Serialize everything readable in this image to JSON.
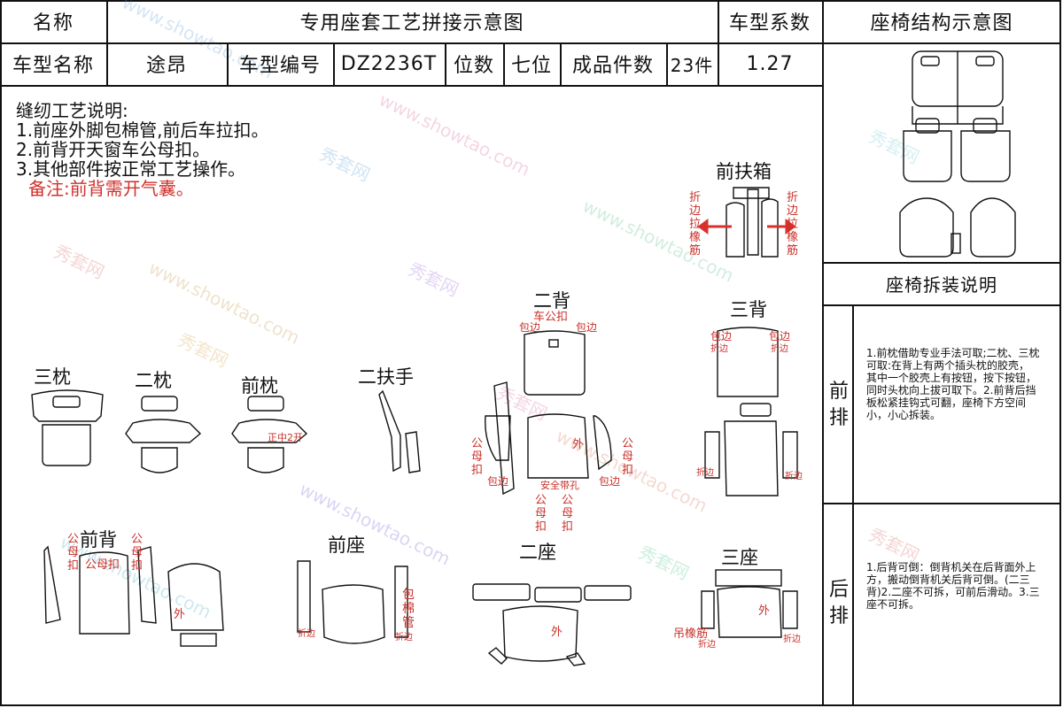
{
  "header": {
    "name_label": "名称",
    "title": "专用座套工艺拼接示意图",
    "coef_label": "车型系数",
    "structure_label": "座椅结构示意图",
    "model_name_label": "车型名称",
    "model_name": "途昂",
    "model_code_label": "车型编号",
    "model_code": "DZ2236T",
    "seats_label": "位数",
    "seats": "七位",
    "pieces_label": "成品件数",
    "pieces": "23件",
    "coef": "1.27"
  },
  "notes": {
    "title": "缝纫工艺说明:",
    "items": [
      "1.前座外脚包棉管,前后车拉扣。",
      "2.前背开天窗车公母扣。",
      "3.其他部件按正常工艺操作。"
    ],
    "remark": "备注:前背需开气囊。"
  },
  "part_labels": {
    "front_box": "前扶箱",
    "second_back": "二背",
    "third_back": "三背",
    "third_pillow": "三枕",
    "second_pillow": "二枕",
    "front_pillow": "前枕",
    "second_armrest": "二扶手",
    "front_back": "前背",
    "front_seat": "前座",
    "second_seat": "二座",
    "third_seat": "三座"
  },
  "annotations": {
    "fold_elastic_left": "折边拉橡筋",
    "fold_elastic_right": "折边拉橡筋",
    "car_buckle": "车公扣",
    "wrap_edge": "包边",
    "fold_edge": "折边",
    "male_female": "公母扣",
    "outer": "外",
    "seatbelt_hole": "安全带孔",
    "public": "公",
    "mother": "母",
    "zip_open": "正中2开",
    "wrap_cotton_pipe": "包棉管",
    "hang_elastic": "吊橡筋"
  },
  "disassembly": {
    "title": "座椅拆装说明",
    "front_row_label": "前排",
    "front_row_text": "1.前枕借助专业手法可取;二枕、三枕可取:在背上有两个插头枕的胶壳，其中一个胶壳上有按钮，按下按钮，同时头枕向上拔可取下。2.前背后挡板松紧挂钩式可翻，座椅下方空间小，小心拆装。",
    "rear_row_label": "后排",
    "rear_row_text": "1.后背可倒：倒背机关在后背面外上方，搬动倒背机关后背可倒。(二三背)2.二座不可拆，可前后滑动。3.三座不可拆。"
  },
  "watermark": {
    "brand": "秀套网",
    "site": "www.showtao.com"
  },
  "colors": {
    "annotation_red": "#c8302a",
    "arrow_red": "#d8302a",
    "line": "#111111"
  }
}
